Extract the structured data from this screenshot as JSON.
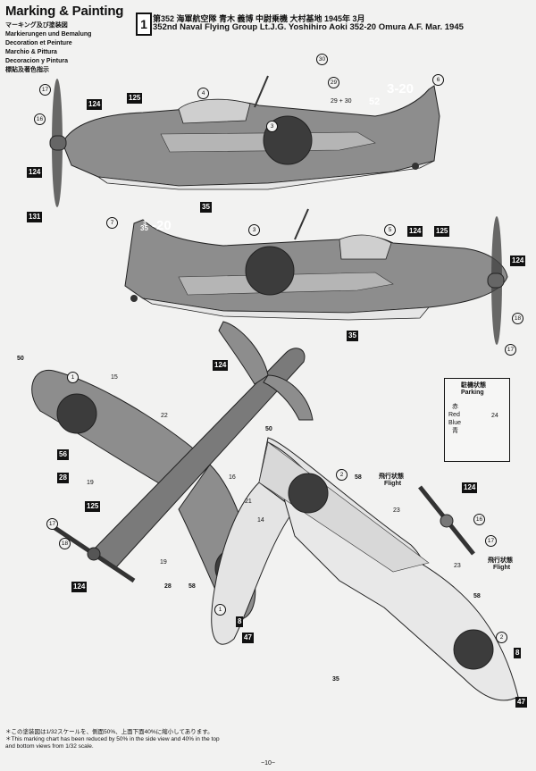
{
  "header": {
    "title": "Marking & Painting",
    "languages": [
      "マーキング及び塗装図",
      "Markierungen und Bemalung",
      "Decoration et Peinture",
      "Marchio & Pittura",
      "Decoracion y Pintura",
      "標貼及著色指示"
    ]
  },
  "scheme": {
    "number": "1",
    "jp": "第352 海軍航空隊 青木 義博 中尉乗機 大村基地 1945年 3月",
    "en": "352nd Naval Flying Group Lt.J.G. Yoshihiro Aoki 352-20 Omura A.F. Mar. 1945"
  },
  "codes": {
    "side1_tail": "3-20",
    "side1_tail2": "52",
    "side2_tail": "-20",
    "side2_tail2": "35",
    "side2_tail3": "3"
  },
  "paint_tags": [
    "124",
    "125",
    "124",
    "131",
    "35",
    "124",
    "125",
    "124",
    "35",
    "124",
    "50",
    "56",
    "28",
    "125",
    "124",
    "28",
    "58",
    "8",
    "47",
    "50",
    "58",
    "124",
    "58",
    "8",
    "47",
    "35"
  ],
  "parts": [
    "17",
    "16",
    "4",
    "3",
    "29 + 30",
    "6",
    "30",
    "29",
    "7",
    "3",
    "5",
    "18",
    "17",
    "1",
    "15",
    "22",
    "19",
    "16",
    "21",
    "14",
    "19",
    "1",
    "18",
    "17",
    "2",
    "23",
    "16",
    "17",
    "23",
    "2",
    "24"
  ],
  "inset": {
    "parking_jp": "駐機状態",
    "parking_en": "Parking",
    "red_jp": "赤",
    "red_en": "Red",
    "blue_en": "Blue",
    "blue_jp": "青",
    "part": "24"
  },
  "flight_labels": {
    "jp": "飛行状態",
    "en": "Flight"
  },
  "footnote": {
    "jp": "＊この塗装図は1/32スケールを、側面50%、上面下面40%に縮小してあります。",
    "en1": "＊This marking chart has been reduced by 50% in the side view and 40% in the top",
    "en2": "and bottom views from 1/32 scale."
  },
  "page_number": "−10−"
}
